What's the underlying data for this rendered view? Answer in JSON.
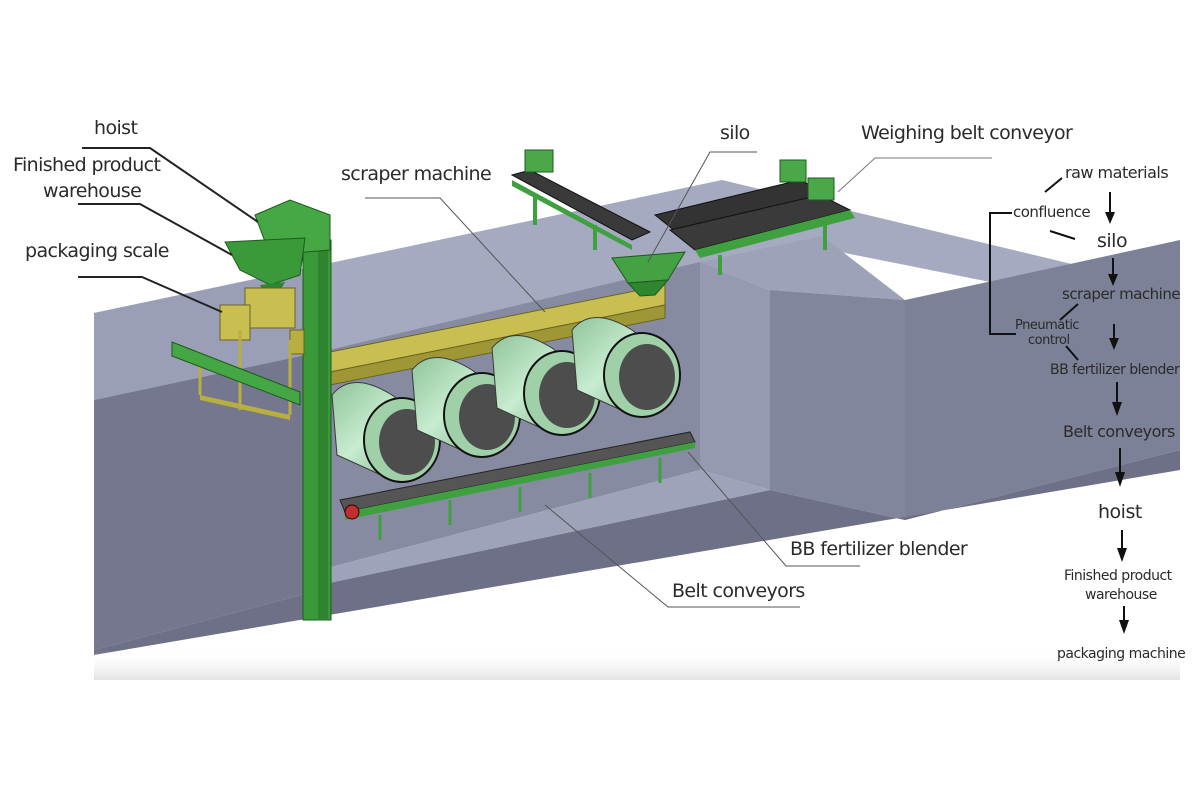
{
  "diagram": {
    "title": "BB fertilizer blending production line",
    "callouts": {
      "hoist": "hoist",
      "finished_product_warehouse_line1": "Finished product",
      "finished_product_warehouse_line2": "warehouse",
      "packaging_scale": "packaging scale",
      "scraper_machine": "scraper machine",
      "silo": "silo",
      "weighing_belt_conveyor": "Weighing belt conveyor",
      "bb_fertilizer_blender": "BB fertilizer blender",
      "belt_conveyors": "Belt conveyors"
    },
    "components": {
      "blender_drum_count": 4,
      "weighing_conveyor_count": 3
    },
    "colors": {
      "machine_green": "#3a9a3a",
      "drum_green": "#a8d8b0",
      "scraper_yellow": "#b8b040",
      "pit_gray": "#8e92a8",
      "pit_dark": "#6e7186",
      "belt_black": "#3a3a3a"
    }
  },
  "flowchart": {
    "steps": {
      "raw_materials": "raw materials",
      "confluence": "confluence",
      "silo": "silo",
      "scraper_machine": "scraper machine",
      "pneumatic_control_line1": "Pneumatic",
      "pneumatic_control_line2": "control",
      "bb_fertilizer_blender": "BB fertilizer blender",
      "belt_conveyors": "Belt conveyors",
      "hoist": "hoist",
      "finished_product_warehouse_line1": "Finished product",
      "finished_product_warehouse_line2": "warehouse",
      "packaging_machine": "packaging machine"
    }
  }
}
